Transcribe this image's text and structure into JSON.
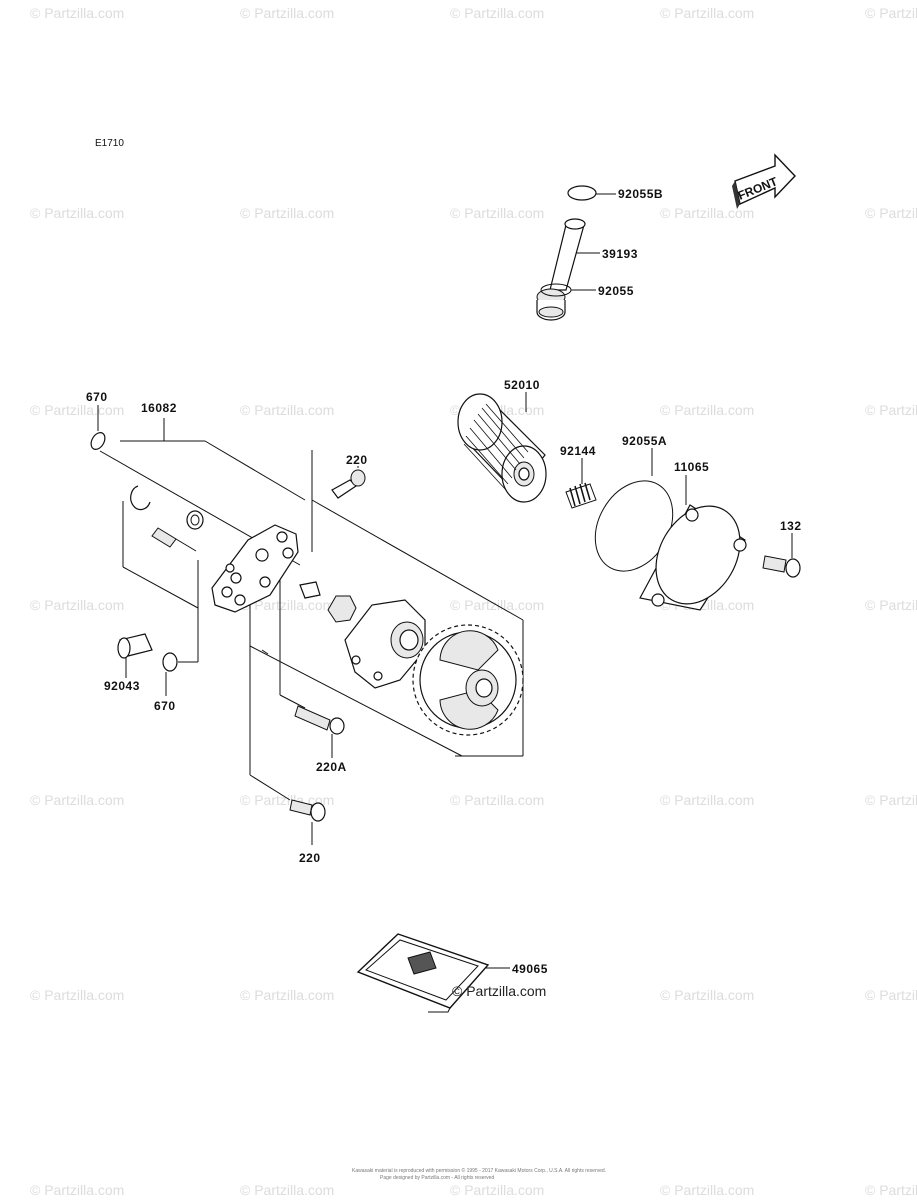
{
  "diagram_code": "E1710",
  "front_label": "FRONT",
  "watermark": "© Partzilla.com",
  "footer": {
    "line1": "Kawasaki material is reproduced with permission © 1995 - 2017 Kawasaki Motors Corp., U.S.A. All rights reserved.",
    "line2": "Page designed by Partzilla.com - All rights reserved"
  },
  "callouts": {
    "p92055B": "92055B",
    "p39193": "39193",
    "p92055": "92055",
    "p670a": "670",
    "p16082": "16082",
    "p220a": "220",
    "p52010": "52010",
    "p92144": "92144",
    "p92055A": "92055A",
    "p11065": "11065",
    "p132": "132",
    "p92043": "92043",
    "p670b": "670",
    "p220A": "220A",
    "p220b": "220",
    "p49065": "49065"
  }
}
